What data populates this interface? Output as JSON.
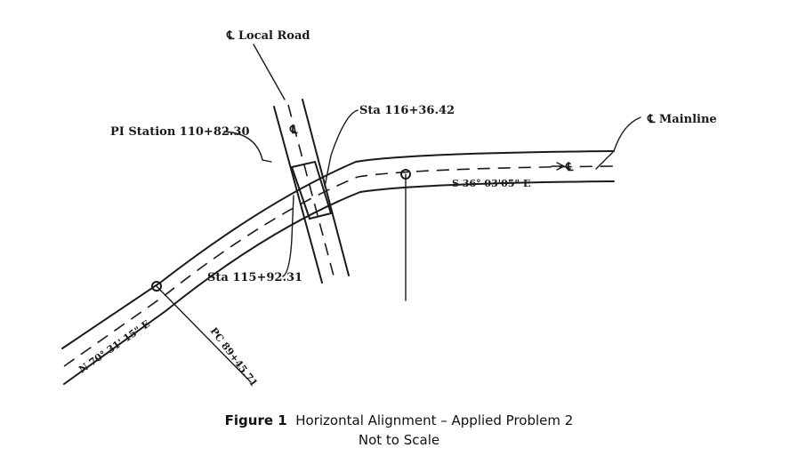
{
  "labels": {
    "local_road": "℄ Local Road",
    "mainline": "℄ Mainline",
    "pi_station": "PI Station 110+82.30",
    "sta_116": "Sta 116+36.42",
    "sta_115": "Sta 115+92.31",
    "pc": "PC 89+45.71",
    "bearing_left": "N 70° 31' 15\" E",
    "bearing_right": "S 36° 03'05\" E",
    "cl_glyph": "℄"
  },
  "caption": {
    "figure": "Figure 1",
    "title": "Horizontal Alignment – Applied Problem 2",
    "subtitle": "Not to Scale"
  }
}
